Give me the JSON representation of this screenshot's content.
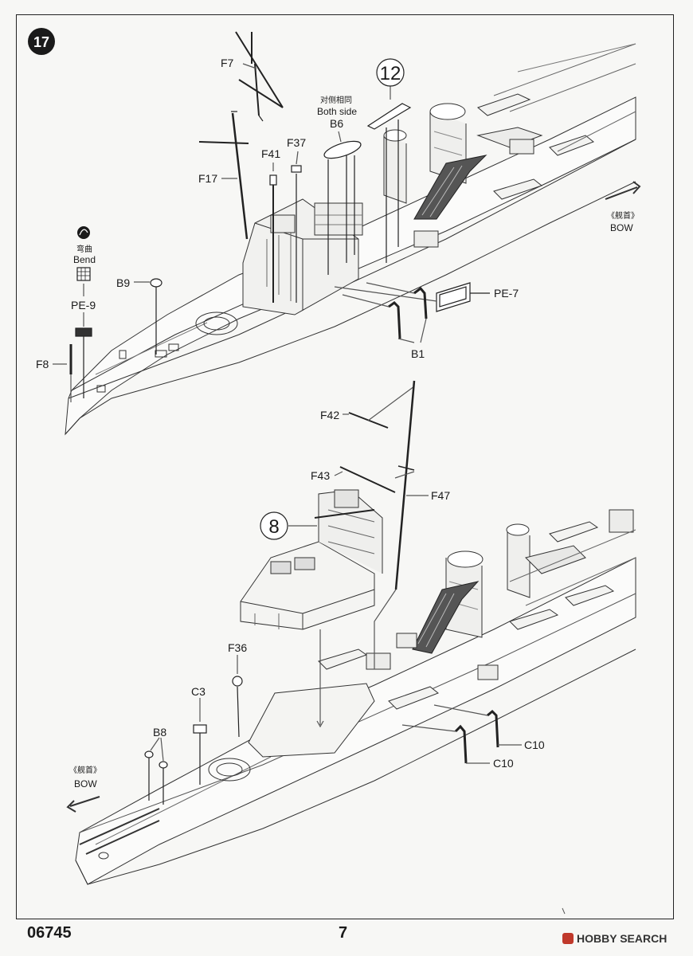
{
  "page": {
    "step_number": "17",
    "product_code": "06745",
    "page_number": "7",
    "watermark": "HOBBY SEARCH"
  },
  "upper": {
    "labels": {
      "f7": "F7",
      "f17": "F17",
      "f41": "F41",
      "f37": "F37",
      "b6_cn": "对侧相同",
      "b6_en": "Both side",
      "b6": "B6",
      "sub12": "12",
      "bend_cn": "弯曲",
      "bend_en": "Bend",
      "pe9": "PE-9",
      "b9": "B9",
      "f8": "F8",
      "pe7": "PE-7",
      "b1": "B1",
      "bow_cn": "《舰首》",
      "bow_en": "BOW"
    }
  },
  "lower": {
    "labels": {
      "f42": "F42",
      "f43": "F43",
      "f47": "F47",
      "sub8": "8",
      "f36": "F36",
      "c3": "C3",
      "b8": "B8",
      "c10a": "C10",
      "c10b": "C10",
      "bow_cn": "《舰首》",
      "bow_en": "BOW"
    }
  }
}
